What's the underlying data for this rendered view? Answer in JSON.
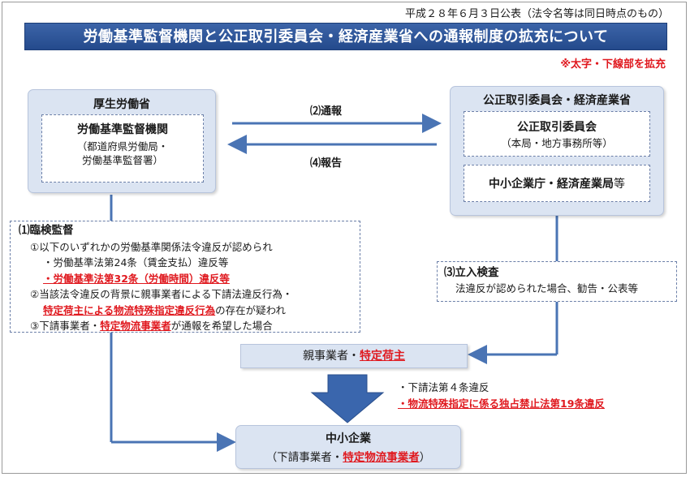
{
  "header": {
    "date": "平成２８年６月３日公表（法令名等は同日時点のもの）",
    "title": "労働基準監督機関と公正取引委員会・経済産業省への通報制度の拡充について",
    "note": "※太字・下線部を拡充"
  },
  "left_org": {
    "title": "厚生労働省",
    "inner_main": "労働基準監督機関",
    "inner_sub1": "（都道府県労働局・",
    "inner_sub2": "労働基準監督署）"
  },
  "right_org": {
    "title": "公正取引委員会・経済産業省",
    "box1_main": "公正取引委員会",
    "box1_sub": "（本局・地方事務所等）",
    "box2_main": "中小企業庁・経済産業局",
    "box2_suffix": "等"
  },
  "arrows": {
    "report_to": "⑵通報",
    "report_back": "⑷報告"
  },
  "inspection": {
    "title": "⑴臨検監督",
    "line1": "①以下のいずれかの労働基準関係法令違反が認められ",
    "line2": "・労働基準法第24条（賃金支払）違反等",
    "line3": "・労働基準法第32条（労働時間）違反等",
    "line4": "②当該法令違反の背景に親事業者による下請法違反行為・",
    "line5_red": "特定荷主による物流特殊指定違反行為",
    "line5_rest": "の存在が疑われ",
    "line6_pre": "③下請事業者・",
    "line6_red": "特定物流事業者",
    "line6_post": "が通報を希望した場合"
  },
  "on_site": {
    "title": "⑶立入検査",
    "text": "法違反が認められた場合、勧告・公表等"
  },
  "parent": {
    "label_pre": "親事業者・",
    "label_red": "特定荷主"
  },
  "violations": {
    "line1": "・下請法第４条違反",
    "line2": "・物流特殊指定に係る独占禁止法第19条違反"
  },
  "sme": {
    "title": "中小企業",
    "sub_pre": "（下請事業者・",
    "sub_red": "特定物流事業者",
    "sub_post": "）"
  },
  "colors": {
    "title_bar": "#2c539a",
    "accent_red": "#e0191f",
    "box_fill": "#dbe4f2",
    "line": "#4a74b4",
    "big_arrow": "#3a66ad"
  }
}
